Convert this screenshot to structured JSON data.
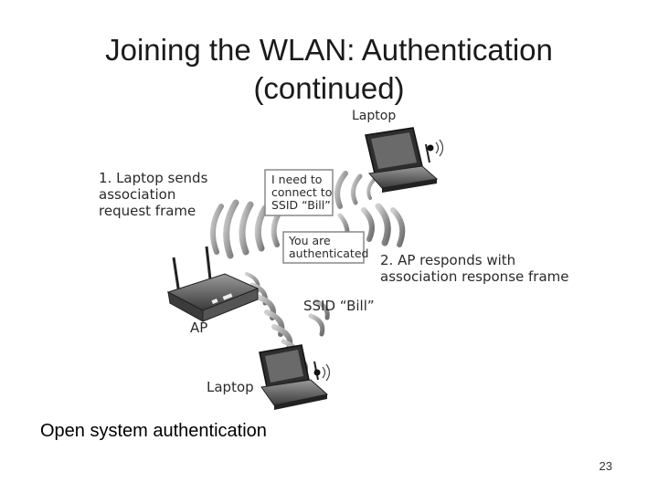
{
  "slide": {
    "title_line1": "Joining the WLAN: Authentication",
    "title_line2": "(continued)",
    "caption": "Open system authentication",
    "page_number": "23"
  },
  "diagram": {
    "laptop_top_label": "Laptop",
    "laptop_bottom_label": "Laptop",
    "ap_label": "AP",
    "step1_lines": [
      "1. Laptop sends",
      "association",
      "request frame"
    ],
    "request_bubble_lines": [
      "I need to",
      "connect to",
      "SSID “Bill”"
    ],
    "response_bubble_lines": [
      "You are",
      "authenticated"
    ],
    "step2_lines": [
      "2. AP responds with",
      "association response frame"
    ],
    "ssid_label": "SSID  “Bill”"
  }
}
